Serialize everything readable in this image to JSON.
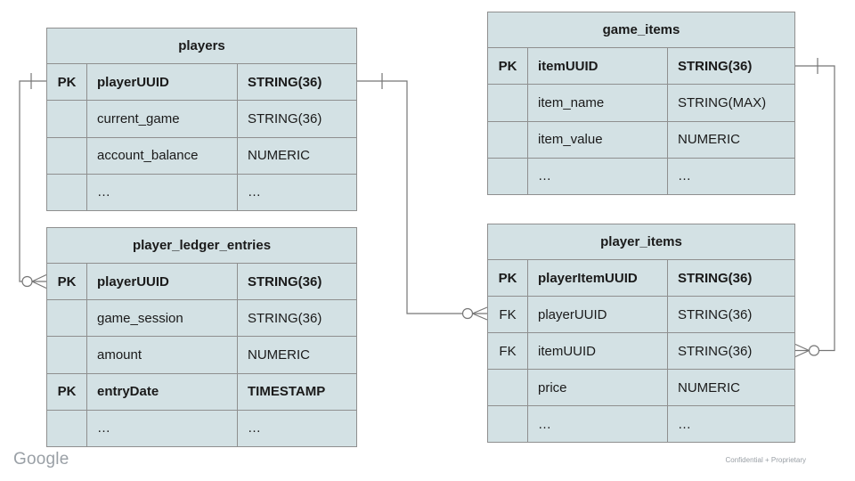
{
  "colors": {
    "table_fill": "#d3e1e4",
    "border_color": "#8f8f8f",
    "line_color": "#767676",
    "text_color": "#1a1a1a",
    "footer_gray": "#9aa0a6"
  },
  "footer": {
    "brand": "Google",
    "classification": "Confidential + Proprietary"
  },
  "diagram": {
    "type": "entity-relationship",
    "tables": {
      "players": {
        "title": "players",
        "rows": [
          {
            "key": "PK",
            "name": "playerUUID",
            "type": "STRING(36)"
          },
          {
            "key": "",
            "name": "current_game",
            "type": "STRING(36)"
          },
          {
            "key": "",
            "name": "account_balance",
            "type": "NUMERIC"
          },
          {
            "key": "",
            "name": "…",
            "type": "…"
          }
        ]
      },
      "game_items": {
        "title": "game_items",
        "rows": [
          {
            "key": "PK",
            "name": "itemUUID",
            "type": "STRING(36)"
          },
          {
            "key": "",
            "name": "item_name",
            "type": "STRING(MAX)"
          },
          {
            "key": "",
            "name": "item_value",
            "type": "NUMERIC"
          },
          {
            "key": "",
            "name": "…",
            "type": "…"
          }
        ]
      },
      "player_ledger_entries": {
        "title": "player_ledger_entries",
        "rows": [
          {
            "key": "PK",
            "name": "playerUUID",
            "type": "STRING(36)"
          },
          {
            "key": "",
            "name": "game_session",
            "type": "STRING(36)"
          },
          {
            "key": "",
            "name": "amount",
            "type": "NUMERIC"
          },
          {
            "key": "PK",
            "name": "entryDate",
            "type": "TIMESTAMP"
          },
          {
            "key": "",
            "name": "…",
            "type": "…"
          }
        ]
      },
      "player_items": {
        "title": "player_items",
        "rows": [
          {
            "key": "PK",
            "name": "playerItemUUID",
            "type": "STRING(36)"
          },
          {
            "key": "FK",
            "name": "playerUUID",
            "type": "STRING(36)"
          },
          {
            "key": "FK",
            "name": "itemUUID",
            "type": "STRING(36)"
          },
          {
            "key": "",
            "name": "price",
            "type": "NUMERIC"
          },
          {
            "key": "",
            "name": "…",
            "type": "…"
          }
        ]
      }
    },
    "relationships": [
      {
        "from": "players.playerUUID",
        "to": "player_ledger_entries.playerUUID",
        "from_cardinality": "one",
        "to_cardinality": "zero-or-many"
      },
      {
        "from": "players.playerUUID",
        "to": "player_items.playerUUID",
        "from_cardinality": "one",
        "to_cardinality": "zero-or-many"
      },
      {
        "from": "game_items.itemUUID",
        "to": "player_items.itemUUID",
        "from_cardinality": "one",
        "to_cardinality": "zero-or-many"
      }
    ]
  }
}
